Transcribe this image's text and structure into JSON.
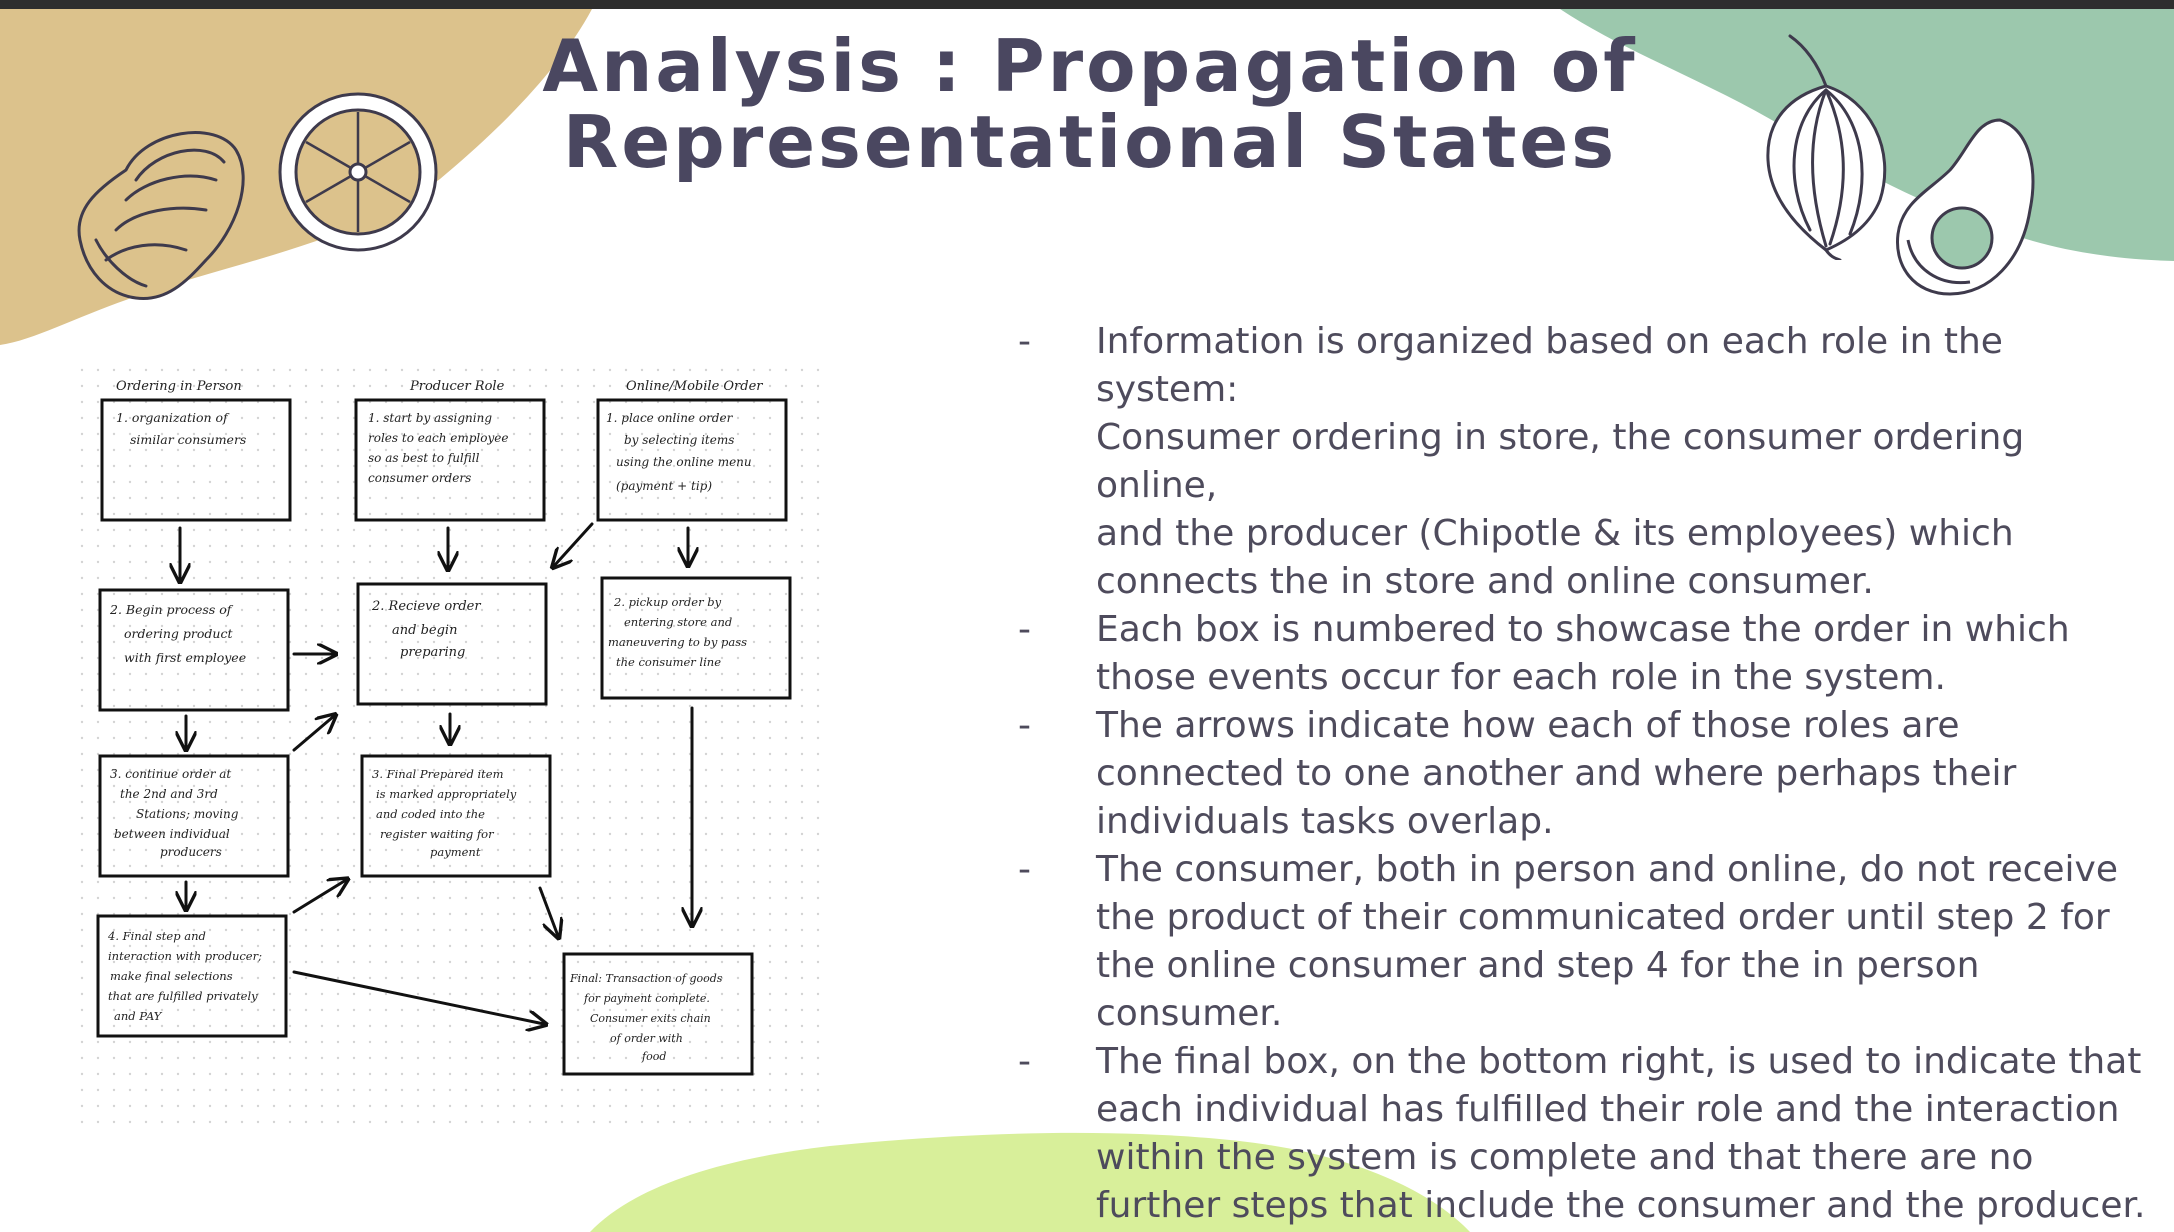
{
  "slide": {
    "title_line1": "Analysis : Propagation of",
    "title_line2": "Representational States",
    "colors": {
      "title": "#4a4760",
      "body_text": "#4e4b5c",
      "tan_blob": "#dcc28c",
      "green_blob": "#9cc8ad",
      "lime_blob": "#d8ef9a"
    },
    "bullets": [
      {
        "dash": "-",
        "lines": [
          "Information is organized based on each role in the system:",
          "Consumer ordering in store, the consumer ordering online,",
          "and the producer (Chipotle & its employees) which",
          "connects the in store and online consumer."
        ]
      },
      {
        "dash": "-",
        "lines": [
          "Each box is numbered to showcase the order in which",
          "those events occur for each role in the system."
        ]
      },
      {
        "dash": "-",
        "lines": [
          "The arrows indicate how each of those roles are",
          "connected to one another and where perhaps their",
          "individuals tasks overlap."
        ]
      },
      {
        "dash": "-",
        "lines": [
          "The consumer, both in person and online, do not receive",
          "the product of their communicated order until step 2 for",
          "the online consumer and step 4 for the in person",
          "consumer."
        ]
      },
      {
        "dash": "-",
        "lines": [
          "The final box, on the bottom right, is used to indicate that",
          "each individual has fulfilled their role and the interaction",
          "within the system is complete and that there are no",
          "further steps that include the consumer and the producer."
        ]
      }
    ],
    "decor_icons": [
      "cashew-fruit-icon",
      "citrus-slice-icon",
      "onion-icon",
      "avocado-icon"
    ]
  },
  "diagram": {
    "column_headers": [
      "Ordering in Person",
      "Producer Role",
      "Online/Mobile Order"
    ],
    "boxes": {
      "p1": [
        "1. organization of",
        "similar consumers"
      ],
      "p2": [
        "2. Begin process of",
        "ordering product",
        "with first employee"
      ],
      "p3": [
        "3. continue order at",
        "the 2nd and 3rd",
        "Stations; moving",
        "between individual",
        "producers"
      ],
      "p4": [
        "4. Final step and",
        "interaction with producer;",
        "make final selections",
        "that are fulfilled privately",
        "and PAY"
      ],
      "r1": [
        "1. start by assigning",
        "roles to each employee",
        "so as best to fulfill",
        "consumer orders"
      ],
      "r2": [
        "2. Recieve order",
        "and begin",
        "preparing"
      ],
      "r3": [
        "3. Final Prepared item",
        "is marked appropriately",
        "and coded into the",
        "register waiting for",
        "payment"
      ],
      "o1": [
        "1. place online order",
        "by selecting items",
        "using the online menu",
        "(payment + tip)"
      ],
      "o2": [
        "2. pickup order by",
        "entering store and",
        "maneuvering to by pass",
        "the consumer line"
      ],
      "fin": [
        "Final: Transaction of goods",
        "for payment complete.",
        "Consumer exits chain",
        "of order with",
        "food"
      ]
    }
  }
}
